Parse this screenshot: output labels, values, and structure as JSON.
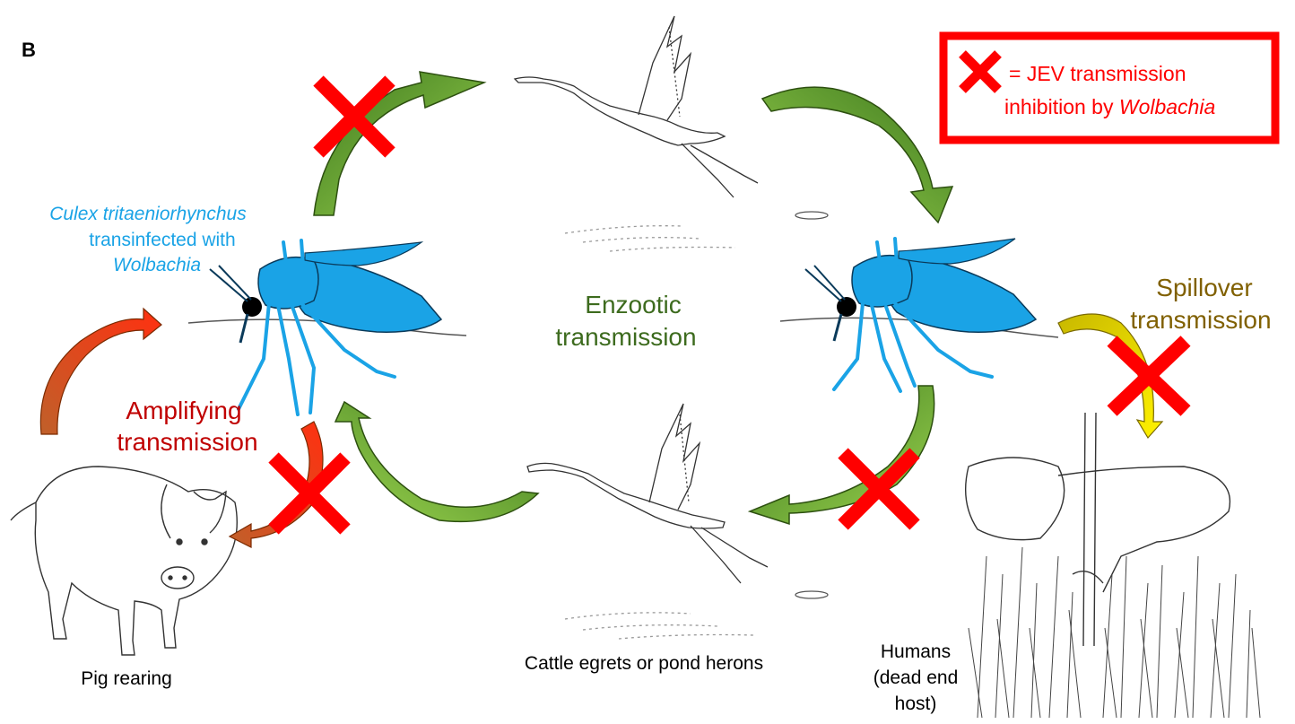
{
  "panel_label": "B",
  "legend": {
    "prefix": "= JEV transmission",
    "line2_plain": "inhibition by ",
    "line2_italic": "Wolbachia"
  },
  "mosquito_label": {
    "line1": "Culex tritaeniorhynchus",
    "line2": "transinfected with",
    "line3": "Wolbachia"
  },
  "enzootic": {
    "line1": "Enzootic",
    "line2": "transmission"
  },
  "amplifying": {
    "line1": "Amplifying",
    "line2": "transmission"
  },
  "spillover": {
    "line1": "Spillover",
    "line2": "transmission"
  },
  "hosts": {
    "pig": "Pig rearing",
    "birds": "Cattle egrets or pond herons",
    "humans_line1": "Humans",
    "humans_line2": "(dead end",
    "humans_line3": "host)"
  },
  "colors": {
    "mosquito": "#1aa3e6",
    "mosquito_text": "#1aa3e6",
    "inhibition_red": "#ff0000",
    "enzootic_green": "#3d6b1e",
    "amplifying_red": "#c00000",
    "spillover_olive": "#806000",
    "green_arrow": "#7cc242",
    "orange_arrow": "#f07020",
    "yellow_arrow": "#f0e010"
  }
}
